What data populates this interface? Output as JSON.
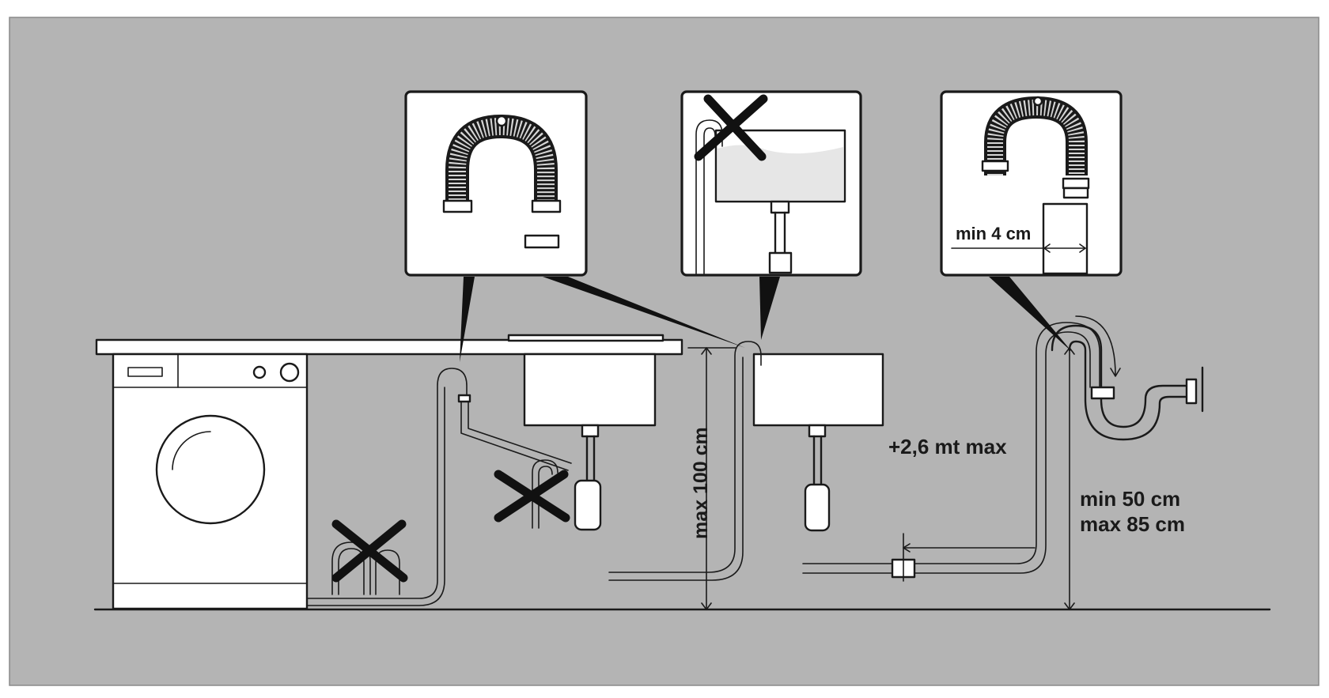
{
  "colors": {
    "background": "#b4b4b4",
    "page": "#ffffff",
    "line": "#1a1a1a",
    "panel_fill": "#ffffff"
  },
  "labels": {
    "max_height": "max 100 cm",
    "min_gap": "min 4 cm",
    "extension": "+2,6 mt max",
    "min_height": "min 50 cm",
    "max_height_range": "max 85 cm"
  },
  "icons": {
    "correct_panel_1": "hose-hook-icon",
    "wrong_panel": "prohibited-icon",
    "correct_panel_2": "hose-hook-icon",
    "wrong_mark": "cross-icon"
  }
}
